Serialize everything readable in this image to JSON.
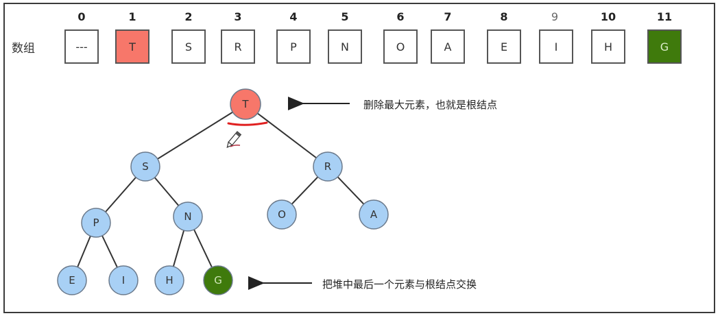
{
  "array": {
    "label": "数组",
    "indices": [
      "0",
      "1",
      "2",
      "3",
      "4",
      "5",
      "6",
      "7",
      "8",
      "9",
      "10",
      "11"
    ],
    "cells": [
      "---",
      "T",
      "S",
      "R",
      "P",
      "N",
      "O",
      "A",
      "E",
      "I",
      "H",
      "G"
    ],
    "cell_colors": [
      "white",
      "red",
      "white",
      "white",
      "white",
      "white",
      "white",
      "white",
      "white",
      "white",
      "white",
      "green"
    ]
  },
  "tree": {
    "nodes": [
      "T",
      "S",
      "R",
      "P",
      "N",
      "O",
      "A",
      "E",
      "I",
      "H",
      "G"
    ]
  },
  "annotations": {
    "top": "删除最大元素，也就是根结点",
    "bottom": "把堆中最后一个元素与根结点交换"
  },
  "colors": {
    "highlight_red": "#f7776a",
    "highlight_green": "#3f7a0c",
    "node_blue": "#a8d0f5",
    "underline_red": "#e02020"
  }
}
